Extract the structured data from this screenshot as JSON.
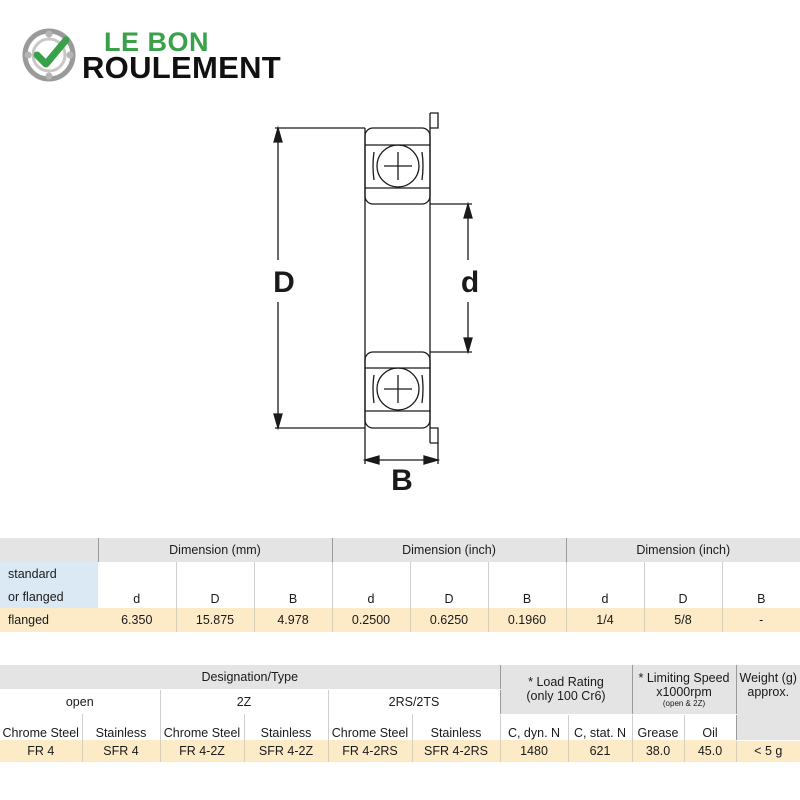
{
  "logo": {
    "line1": "LE BON",
    "line2": "ROULEMENT"
  },
  "drawing": {
    "outer_label": "D",
    "inner_label": "d",
    "width_label": "B"
  },
  "dimensions_table": {
    "group_headers": [
      "Dimension (mm)",
      "Dimension (inch)",
      "Dimension (inch)"
    ],
    "row_label_1": "standard",
    "row_label_2": "or flanged",
    "column_headers": [
      "d",
      "D",
      "B",
      "d",
      "D",
      "B",
      "d",
      "D",
      "B"
    ],
    "row_label_value": "flanged",
    "values": [
      "6.350",
      "15.875",
      "4.978",
      "0.2500",
      "0.6250",
      "0.1960",
      "1/4",
      "5/8",
      "-"
    ]
  },
  "spec_table": {
    "designation_header": "Designation/Type",
    "open_header": "open",
    "z_header": "2Z",
    "rs_header": "2RS/2TS",
    "load_rating_line1": "* Load Rating",
    "load_rating_line2": "(only 100 Cr6)",
    "speed_line1": "* Limiting Speed",
    "speed_line2": "x1000rpm",
    "speed_note": "(open & 2Z)",
    "weight_line1": "Weight (g)",
    "weight_line2": "approx.",
    "subheaders": [
      "Chrome Steel",
      "Stainless",
      "Chrome Steel",
      "Stainless",
      "Chrome Steel",
      "Stainless",
      "C, dyn. N",
      "C, stat. N",
      "Grease",
      "Oil"
    ],
    "values": [
      "FR 4",
      "SFR 4",
      "FR 4-2Z",
      "SFR 4-2Z",
      "FR 4-2RS",
      "SFR 4-2RS",
      "1480",
      "621",
      "38.0",
      "45.0",
      "< 5 g"
    ]
  }
}
